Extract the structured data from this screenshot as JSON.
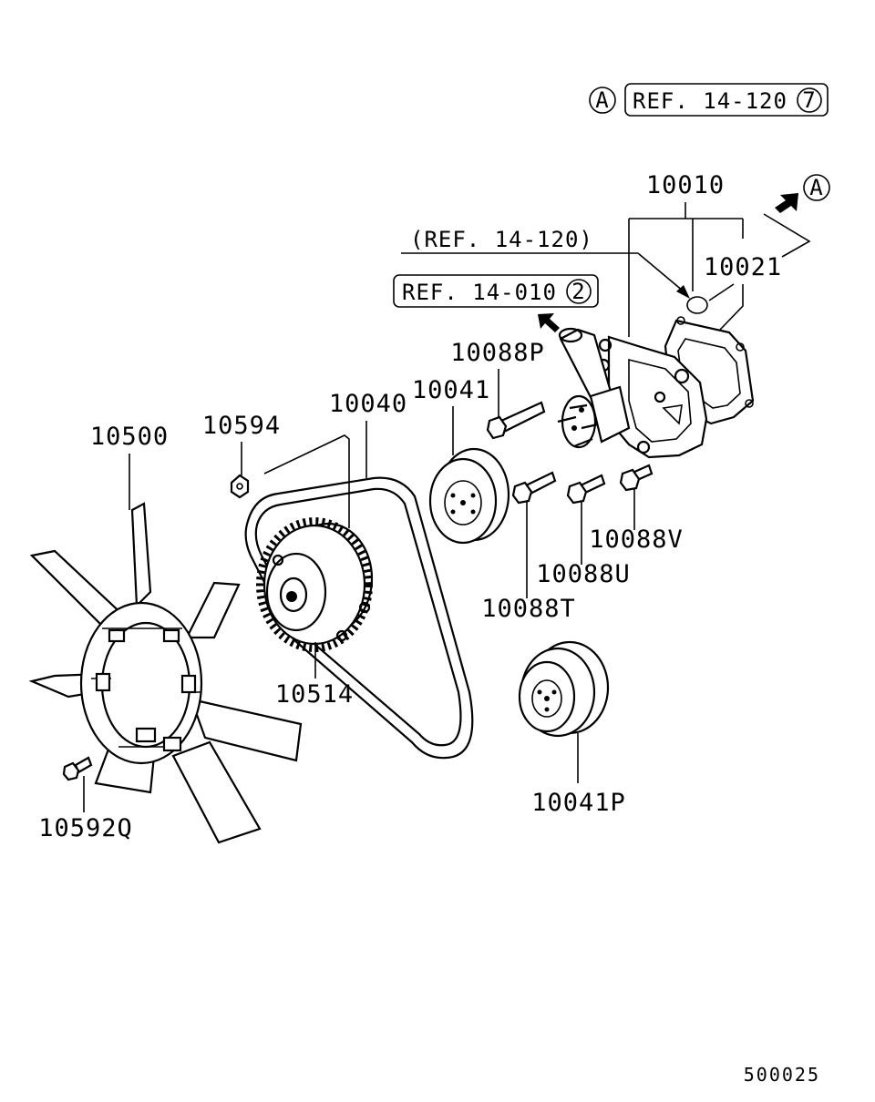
{
  "labels": {
    "p10010": "10010",
    "p10021": "10021",
    "p10088P": "10088P",
    "p10041": "10041",
    "p10040": "10040",
    "p10594": "10594",
    "p10500": "10500",
    "p10088V": "10088V",
    "p10088U": "10088U",
    "p10088T": "10088T",
    "p10514": "10514",
    "p10041P": "10041P",
    "p10592Q": "10592Q"
  },
  "refs": {
    "top_marker": "A",
    "top_ref_text": "REF. 14-120",
    "top_ref_num": "7",
    "paren_ref": "(REF. 14-120)",
    "box_ref_text": "REF. 14-010",
    "box_ref_num": "2",
    "arrow_marker": "A"
  },
  "footer": {
    "diagram_code": "500025"
  },
  "colors": {
    "ink": "#000000",
    "paper": "#ffffff"
  }
}
